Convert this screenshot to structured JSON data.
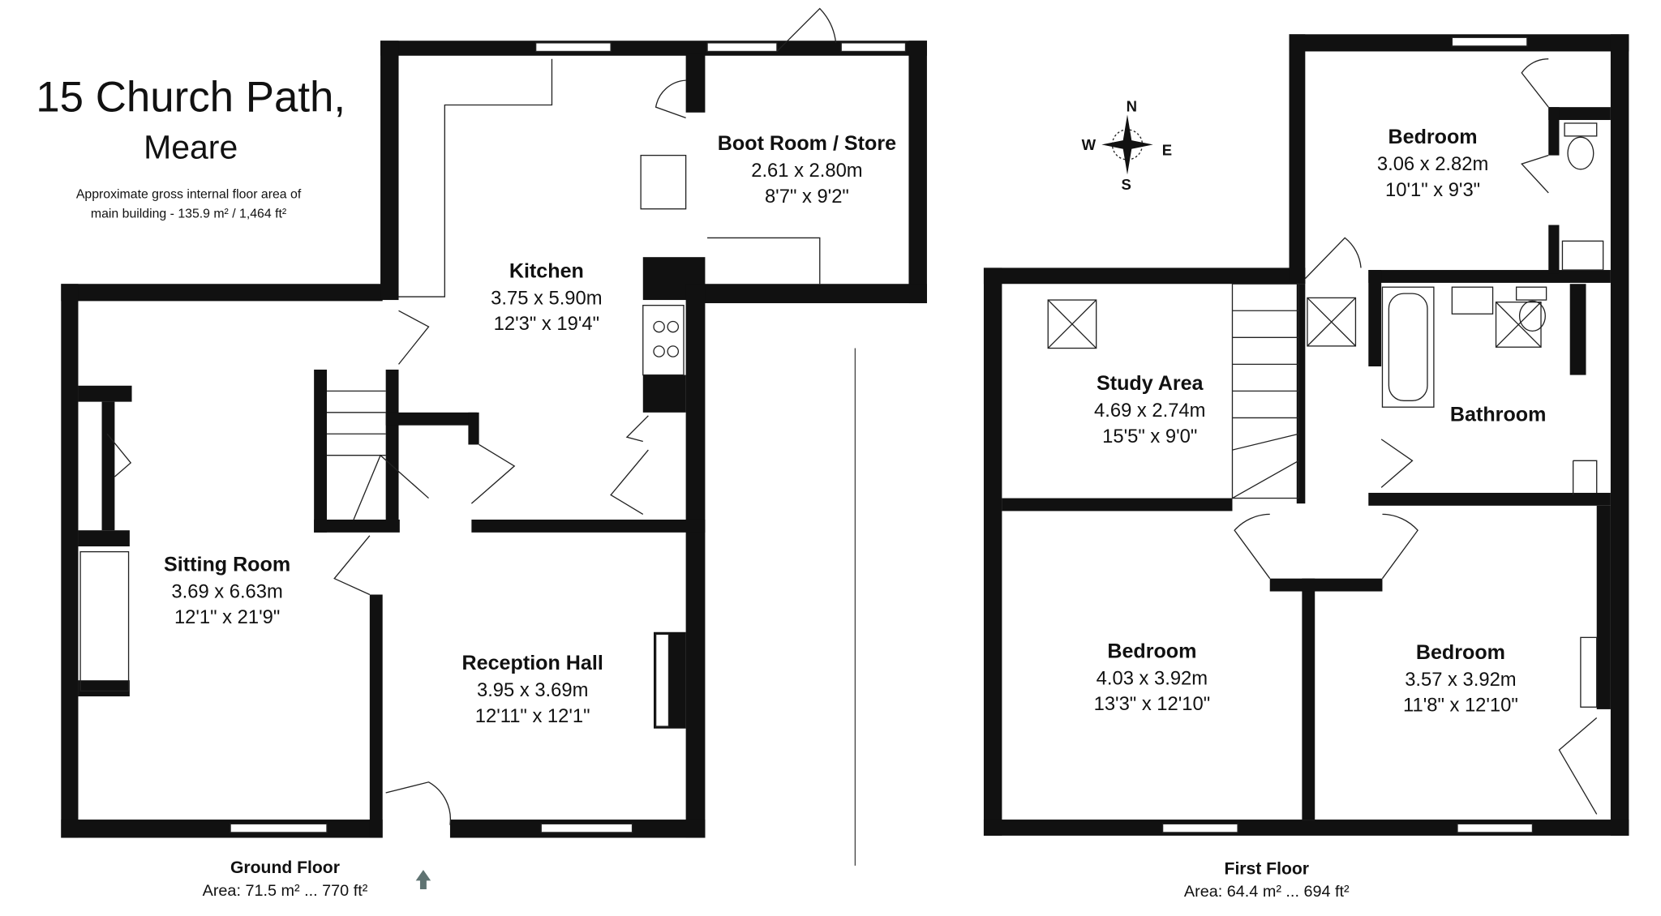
{
  "title": {
    "line1": "15 Church Path,",
    "line2": "Meare"
  },
  "area_note": {
    "line1": "Approximate gross internal floor area of",
    "line2": "main building  -  135.9 m² /  1,464 ft²"
  },
  "compass": {
    "n": "N",
    "s": "S",
    "e": "E",
    "w": "W"
  },
  "ground_floor": {
    "label": "Ground Floor",
    "area": "Area: 71.5 m² ... 770 ft²",
    "rooms": [
      {
        "name": "Kitchen",
        "metric": "3.75 x 5.90m",
        "imperial": "12'3\" x 19'4\""
      },
      {
        "name": "Boot Room / Store",
        "metric": "2.61 x 2.80m",
        "imperial": "8'7\" x 9'2\""
      },
      {
        "name": "Sitting Room",
        "metric": "3.69 x 6.63m",
        "imperial": "12'1\" x 21'9\""
      },
      {
        "name": "Reception Hall",
        "metric": "3.95 x 3.69m",
        "imperial": "12'11\" x 12'1\""
      }
    ]
  },
  "first_floor": {
    "label": "First Floor",
    "area": "Area: 64.4 m² ... 694 ft²",
    "rooms": [
      {
        "name": "Bedroom",
        "metric": "3.06 x 2.82m",
        "imperial": "10'1\" x 9'3\""
      },
      {
        "name": "Study Area",
        "metric": "4.69 x 2.74m",
        "imperial": "15'5\" x 9'0\""
      },
      {
        "name": "Bathroom"
      },
      {
        "name": "Bedroom",
        "metric": "4.03 x 3.92m",
        "imperial": "13'3\" x 12'10\""
      },
      {
        "name": "Bedroom",
        "metric": "3.57 x 3.92m",
        "imperial": "11'8\" x 12'10\""
      }
    ]
  },
  "colors": {
    "walls": "#111111",
    "entrance_arrow": "#5f7372"
  }
}
